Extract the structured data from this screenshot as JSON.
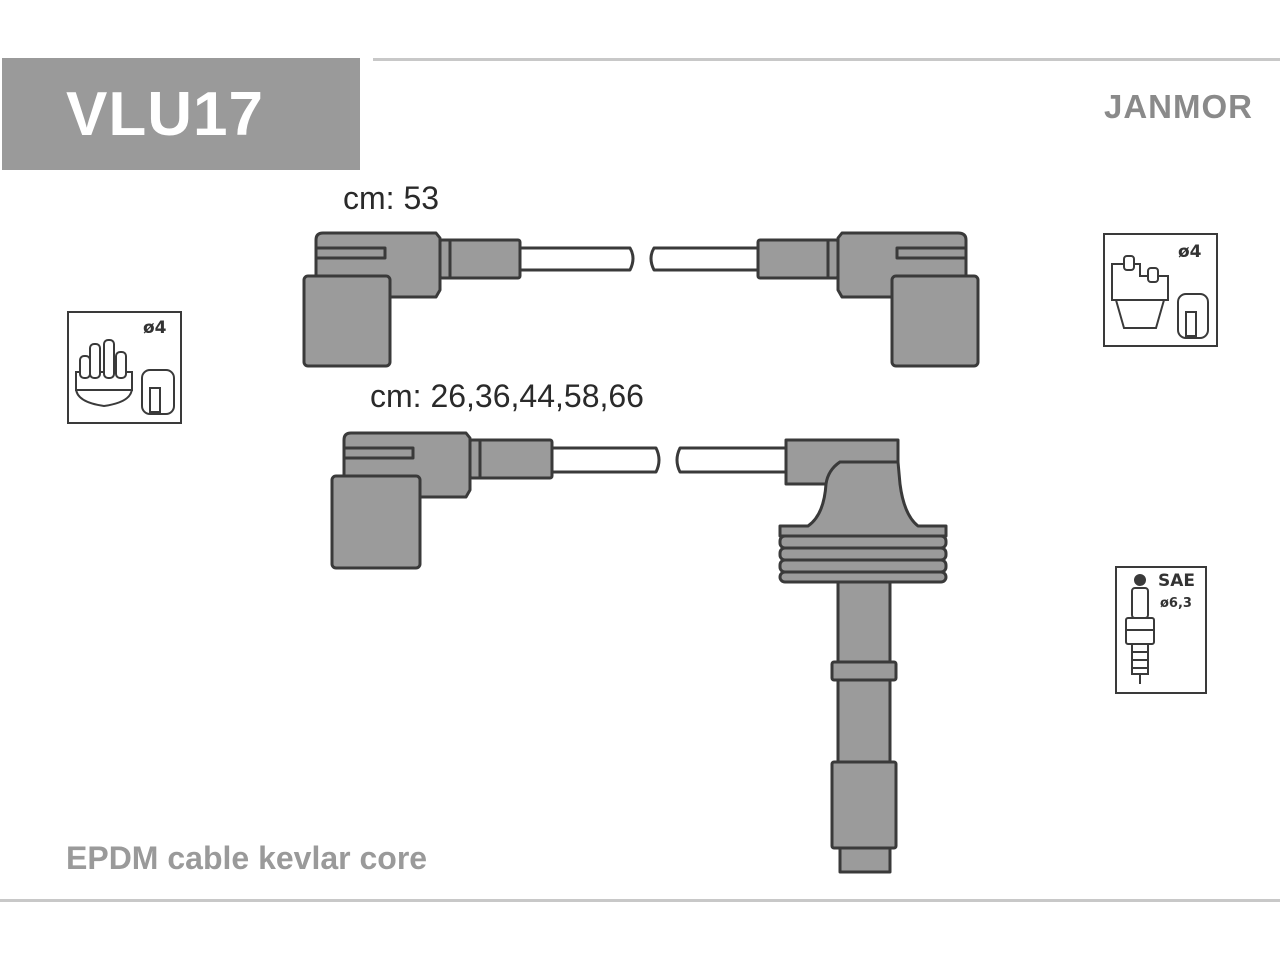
{
  "header": {
    "code": "VLU17",
    "brand": "JANMOR"
  },
  "cables": [
    {
      "length_label": "cm: 53"
    },
    {
      "length_label": "cm: 26,36,44,58,66"
    }
  ],
  "icons": {
    "distributor_left": {
      "name": "distributor-cap-icon",
      "diameter": "ø4"
    },
    "coil_right": {
      "name": "ignition-coil-icon",
      "diameter": "ø4"
    },
    "spark_plug": {
      "name": "spark-plug-icon",
      "standard": "SAE",
      "diameter": "ø6,3"
    }
  },
  "footer": {
    "text": "EPDM cable kevlar core"
  },
  "colors": {
    "boot_fill": "#9b9b9b",
    "stroke": "#3a3a3a",
    "header_fill": "#9a9a9a"
  }
}
